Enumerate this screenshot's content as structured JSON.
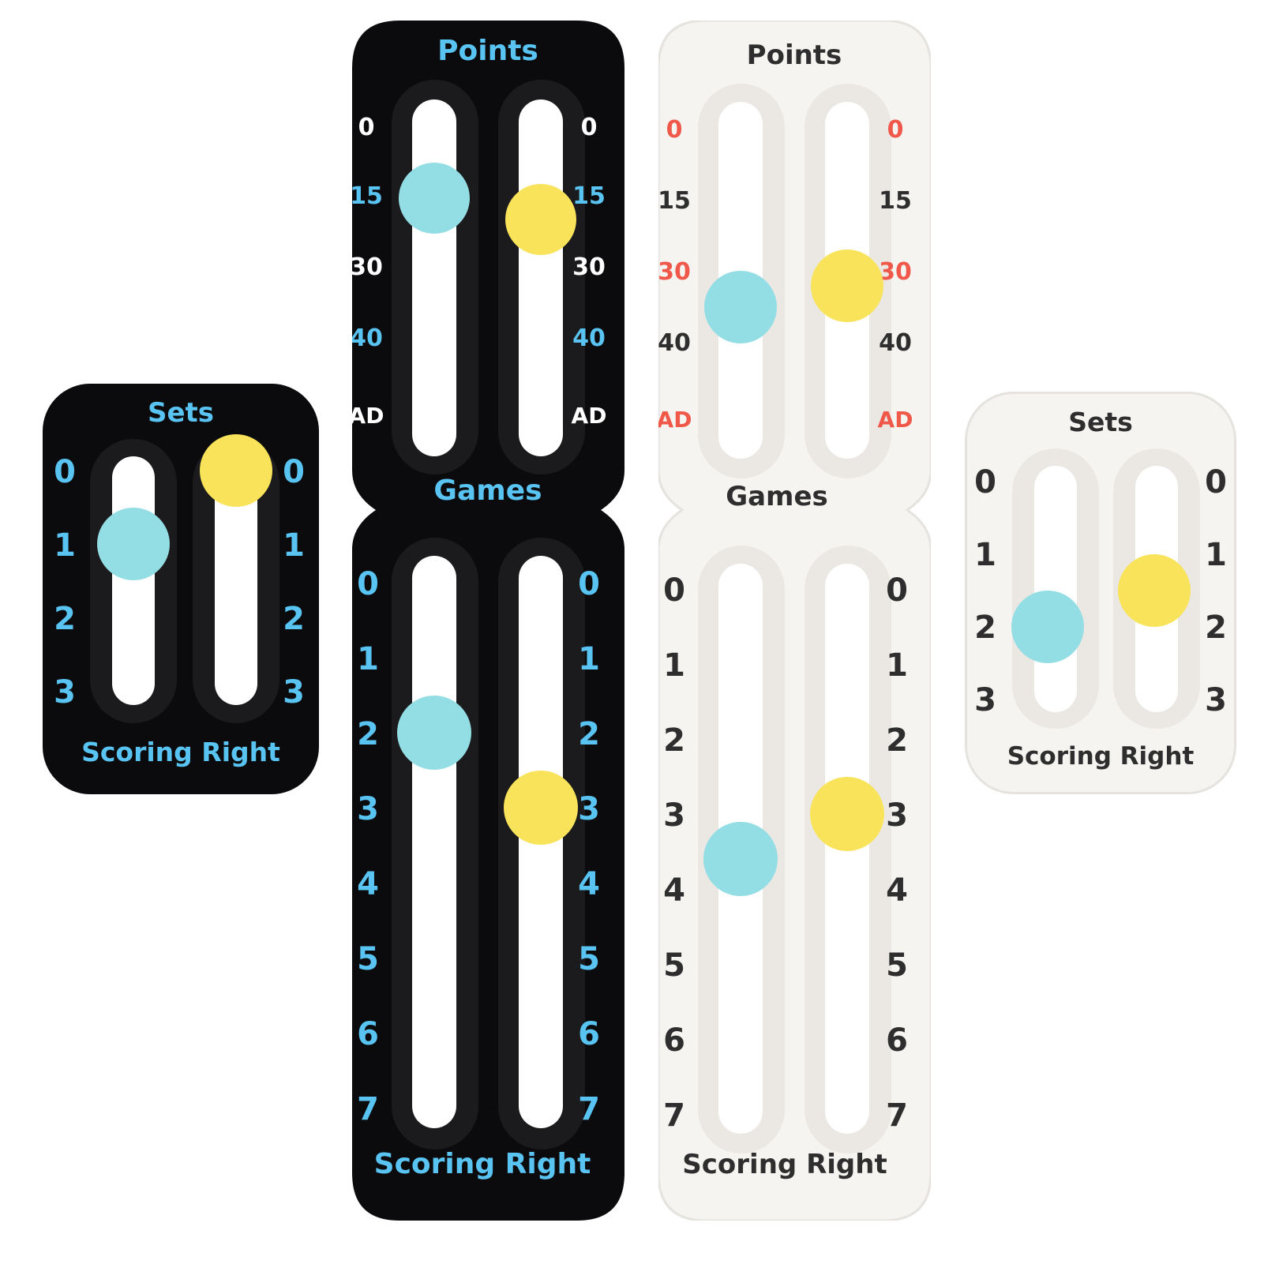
{
  "colors": {
    "black_body": "#0b0b0d",
    "white_body": "#f6f4f1",
    "blue_text": "#59c4f2",
    "white_text": "#ffffff",
    "dark_text": "#2e2e2e",
    "red_text": "#f0584a",
    "bead_blue": "#93dde4",
    "bead_yellow": "#f8e35a"
  },
  "sets_black": {
    "title": "Sets",
    "footer": "Scoring Right",
    "scale": [
      "0",
      "1",
      "2",
      "3"
    ],
    "bead_left_index": 1,
    "bead_right_index": 0
  },
  "sets_white": {
    "title": "Sets",
    "footer": "Scoring Right",
    "scale": [
      "0",
      "1",
      "2",
      "3"
    ],
    "bead_left_index": 2,
    "bead_right_index": 1.5
  },
  "points_games_black": {
    "points_title": "Points",
    "points_scale": [
      "0",
      "15",
      "30",
      "40",
      "AD"
    ],
    "points_bead_left_index": 1,
    "points_bead_right_index": 1.3,
    "games_title": "Games",
    "games_scale": [
      "0",
      "1",
      "2",
      "3",
      "4",
      "5",
      "6",
      "7"
    ],
    "games_bead_left_index": 2,
    "games_bead_right_index": 3,
    "footer": "Scoring Right"
  },
  "points_games_white": {
    "points_title": "Points",
    "points_scale": [
      "0",
      "15",
      "30",
      "40",
      "AD"
    ],
    "points_bead_left_index": 2.5,
    "points_bead_right_index": 2.2,
    "games_title": "Games",
    "games_scale": [
      "0",
      "1",
      "2",
      "3",
      "4",
      "5",
      "6",
      "7"
    ],
    "games_bead_left_index": 3.6,
    "games_bead_right_index": 3,
    "footer": "Scoring Right"
  }
}
